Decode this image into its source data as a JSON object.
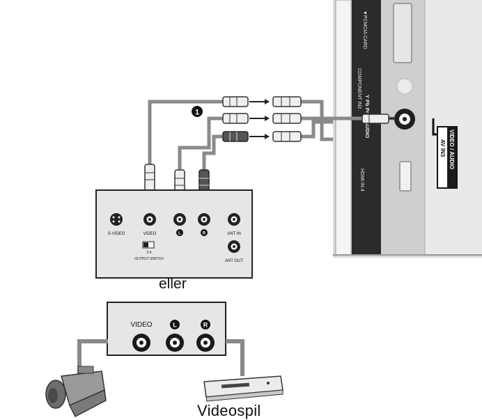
{
  "tv": {
    "top_slot_label": "▼PCMCIA CARD",
    "component_label": "COMPONENT IN2",
    "component_sub_label": "AUDIO",
    "component_channels": "Y Pb Pr",
    "hdmi_label": "HDMI IN 4",
    "av_in_label": "AV IN3",
    "video_audio_label": "VIDEO / AUDIO"
  },
  "callout": {
    "number": "1"
  },
  "source_device": {
    "svideo_label": "S-VIDEO",
    "video_label": "VIDEO",
    "left_label": "L",
    "right_label": "R",
    "ant_in_label": "ANT IN",
    "ant_out_label": "ANT OUT",
    "switch_values": "3  4",
    "output_switch_label": "OUTPUT SWITCH"
  },
  "captions": {
    "or": "eller",
    "vcr": "Videospil"
  },
  "bottom_panel": {
    "video_label": "VIDEO",
    "left_label": "L",
    "right_label": "R"
  },
  "icons": [
    "camcorder-icon",
    "vcr-icon",
    "rca-plug-icon",
    "jack-icon"
  ],
  "colors": {
    "cable": "#8a8a8a",
    "panel_fill": "#e6e6e6",
    "tv_dark_strip": "#2b2b2b",
    "outline": "#222222"
  }
}
